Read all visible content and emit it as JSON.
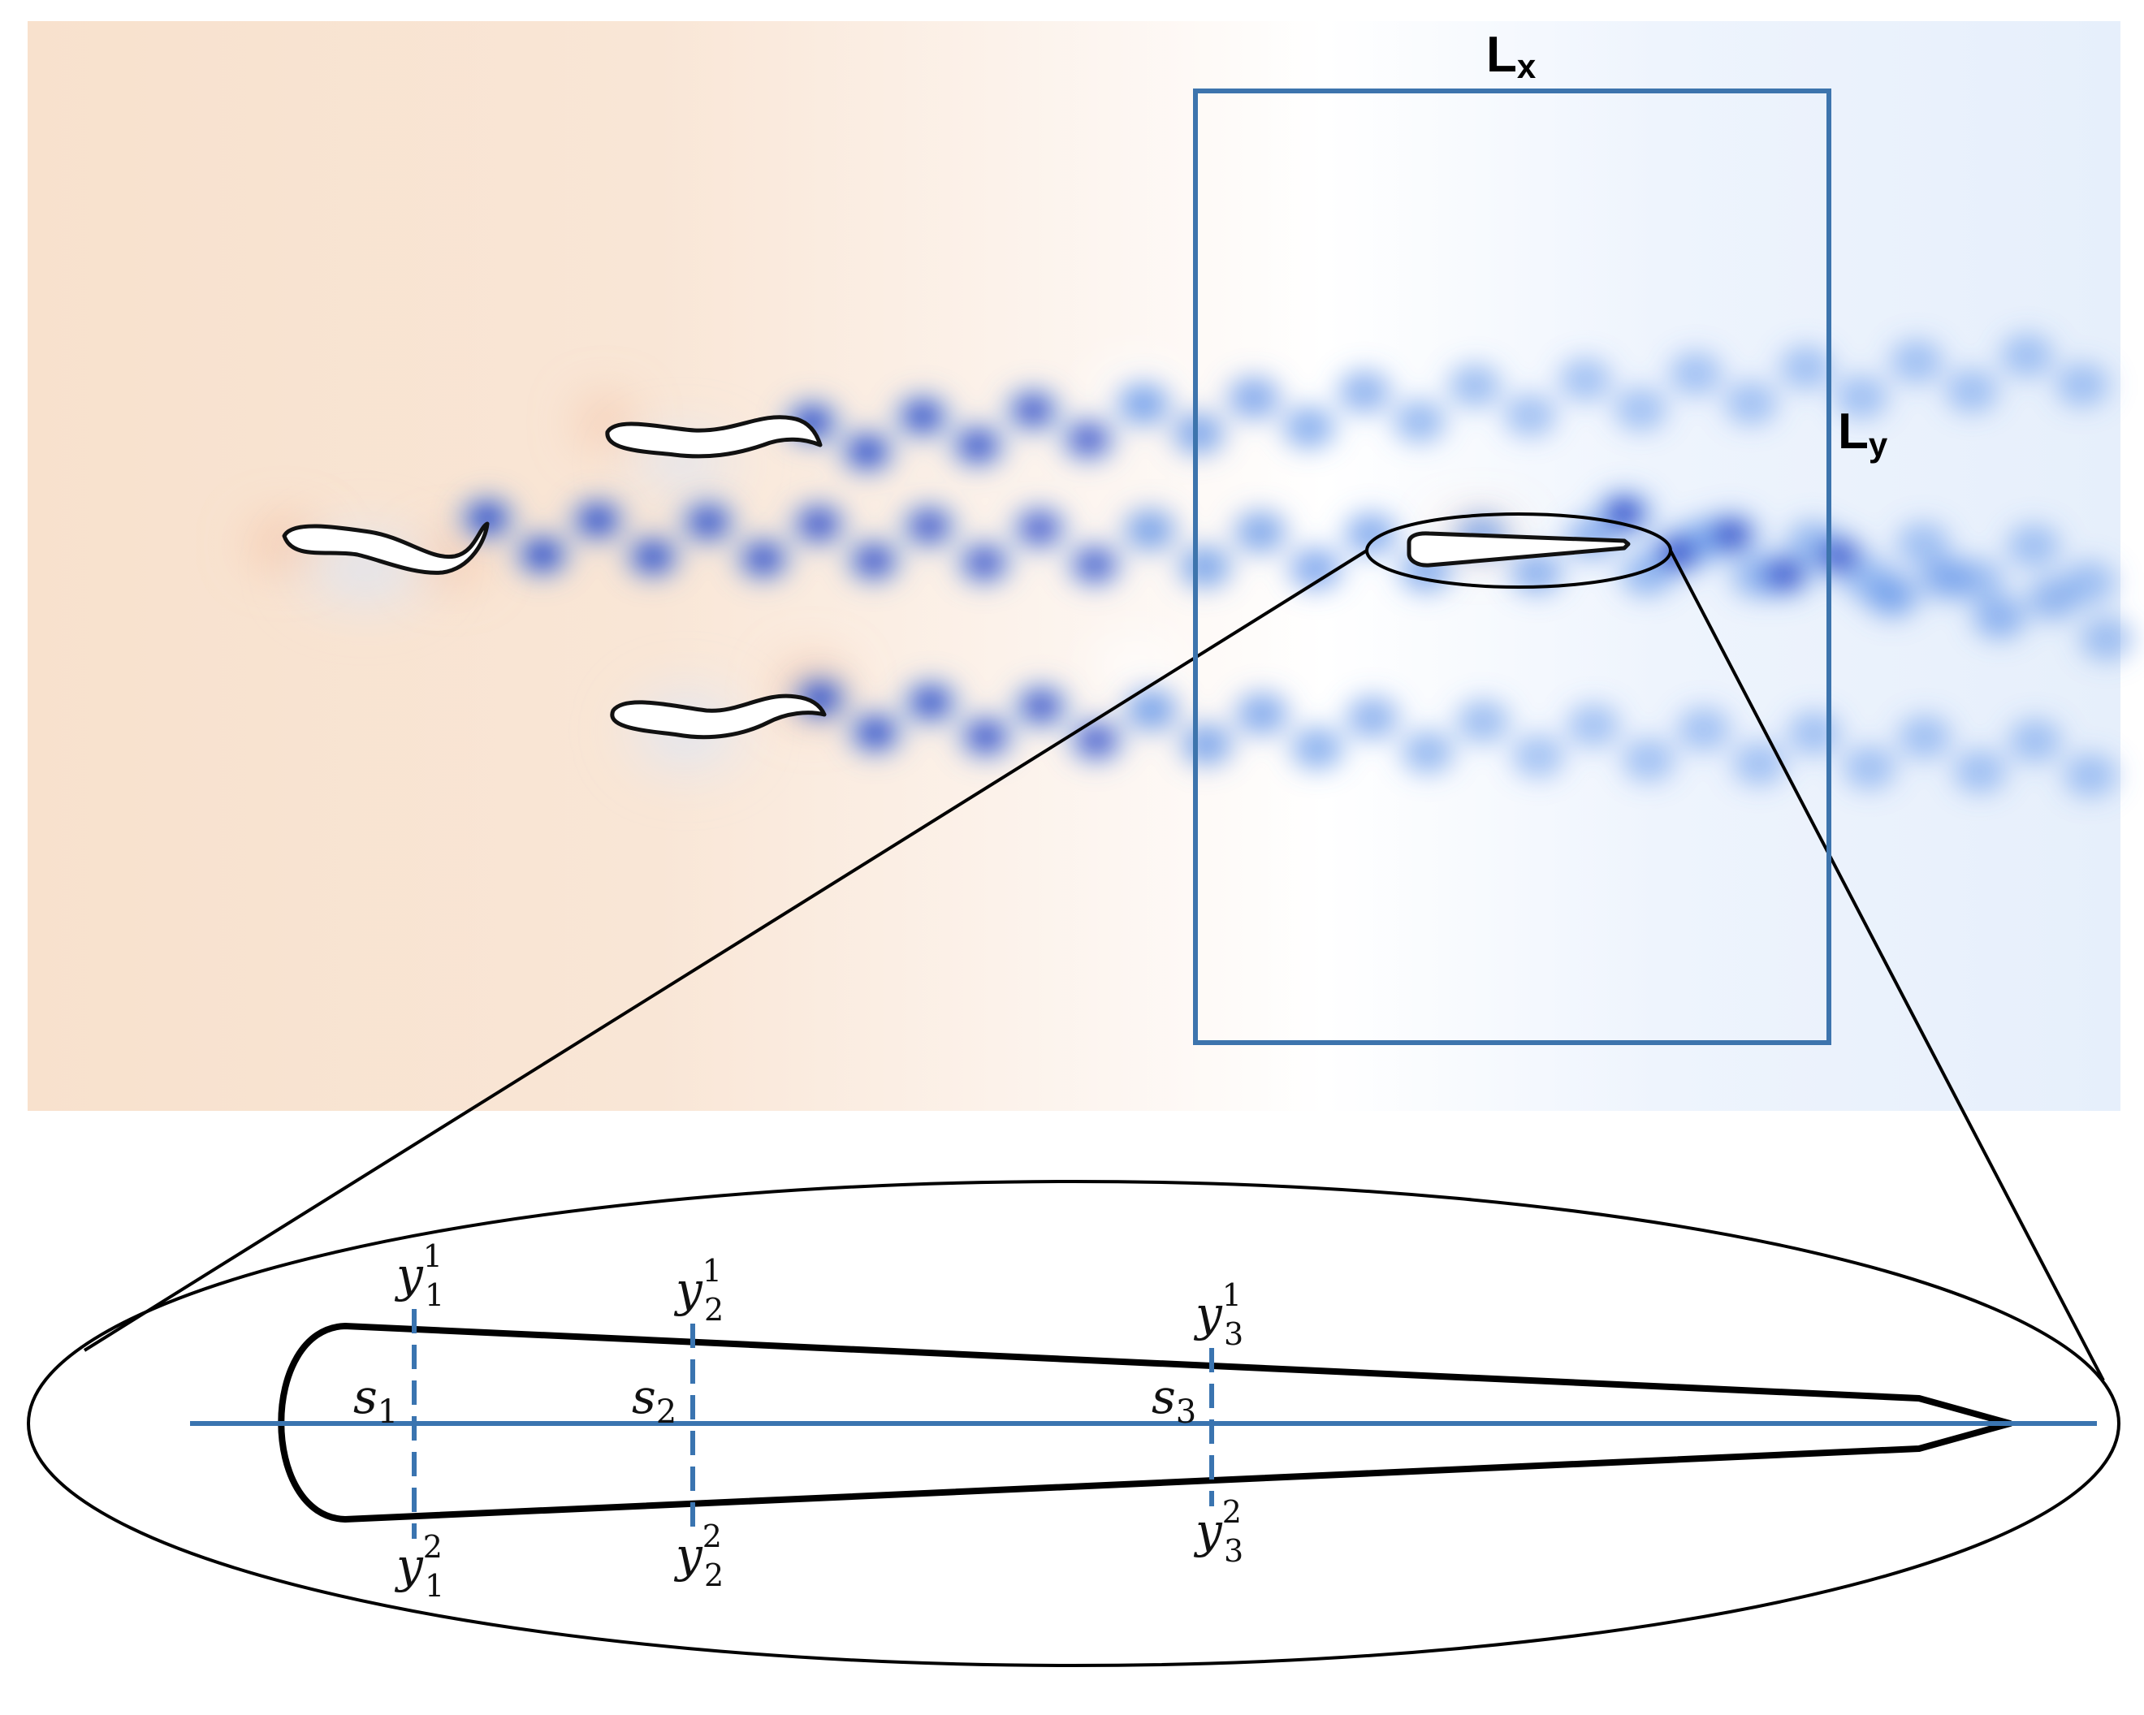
{
  "labels": {
    "lx": {
      "main": "L",
      "sub": "x"
    },
    "ly": {
      "main": "L",
      "sub": "y"
    }
  },
  "stations": [
    {
      "s": "s",
      "s_sub": "1",
      "top": "y",
      "top_sup": "1",
      "top_sub": "1",
      "bot": "y",
      "bot_sup": "2",
      "bot_sub": "1"
    },
    {
      "s": "s",
      "s_sub": "2",
      "top": "y",
      "top_sup": "1",
      "top_sub": "2",
      "bot": "y",
      "bot_sup": "2",
      "bot_sub": "2"
    },
    {
      "s": "s",
      "s_sub": "3",
      "top": "y",
      "top_sup": "1",
      "top_sub": "3",
      "bot": "y",
      "bot_sup": "2",
      "bot_sub": "3"
    }
  ],
  "colors": {
    "box": "#3d74ad",
    "axis": "#3a74b0",
    "vortex": "#2f49c8",
    "vortex_light": "#5a90e8",
    "warm": "#f6dcc4",
    "outline": "#000000"
  }
}
